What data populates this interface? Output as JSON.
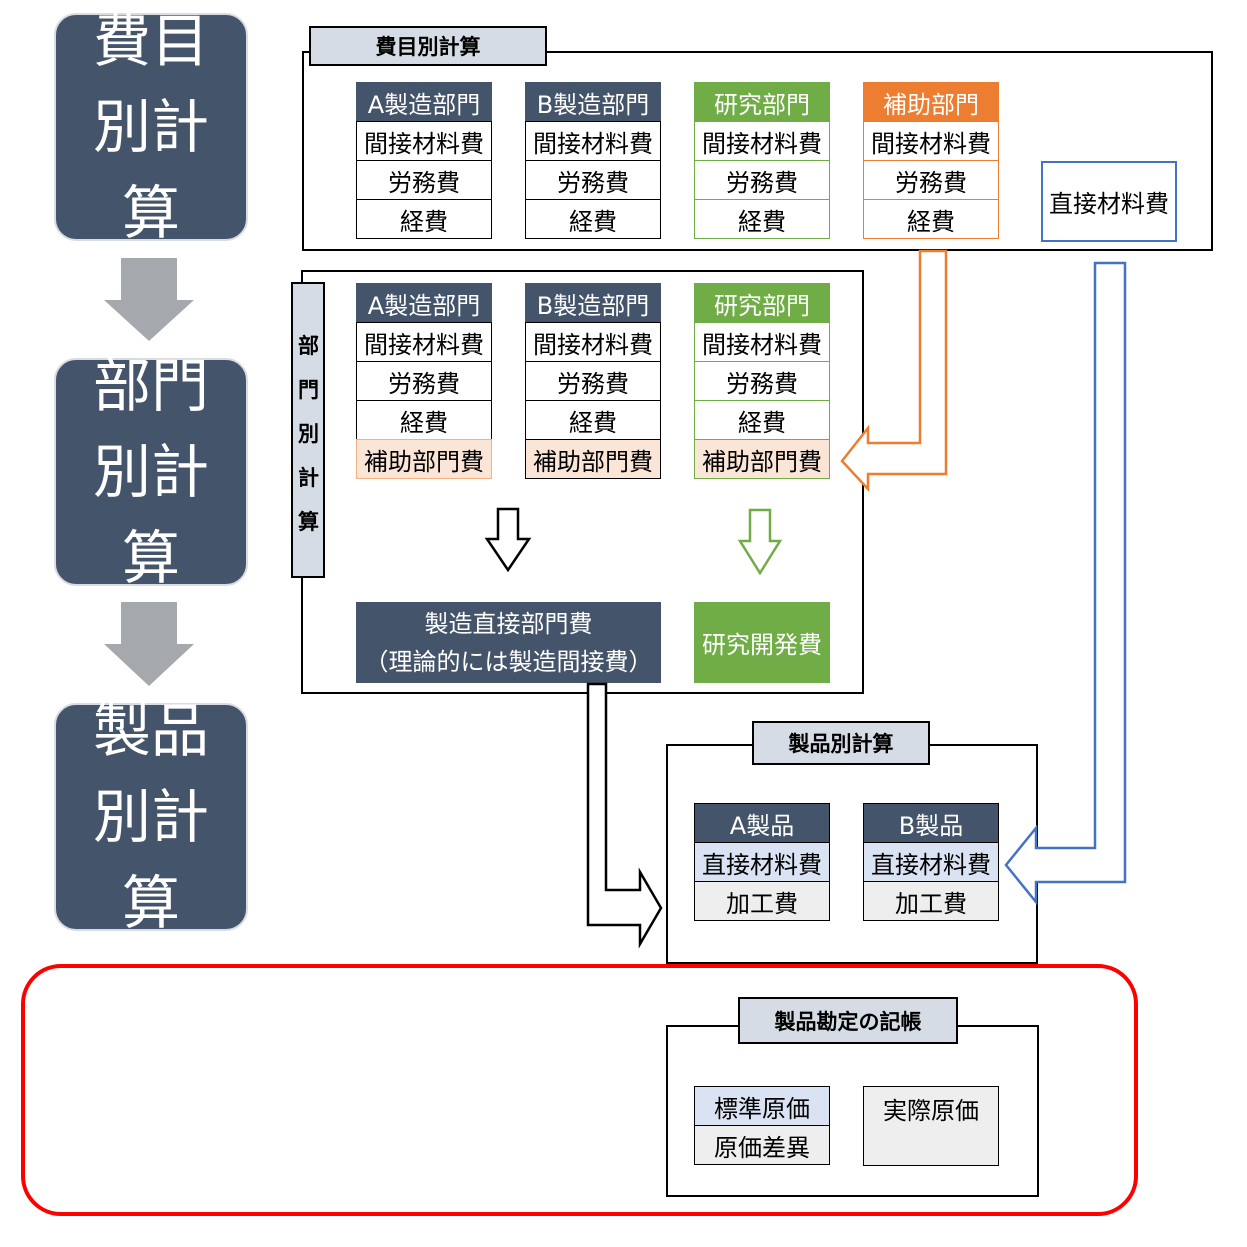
{
  "stages": [
    "費目別計算",
    "部門別計算",
    "製品別計算"
  ],
  "section_titles": {
    "by_cost_item": "費目別計算",
    "by_department": "部門別計算",
    "by_product": "製品別計算",
    "product_account": "製品勘定の記帳"
  },
  "departments": {
    "a_manufacturing": "A製造部門",
    "b_manufacturing": "B製造部門",
    "research": "研究部門",
    "auxiliary": "補助部門"
  },
  "cost_items": {
    "indirect_material": "間接材料費",
    "labor": "労務費",
    "expense": "経費",
    "auxiliary_dept_cost": "補助部門費",
    "direct_material": "直接材料費",
    "processing": "加工費"
  },
  "results": {
    "manufacturing_direct_line1": "製造直接部門費",
    "manufacturing_direct_line2": "（理論的には製造間接費）",
    "rd_cost": "研究開発費"
  },
  "products": {
    "a": "A製品",
    "b": "B製品"
  },
  "ledger": {
    "standard_cost": "標準原価",
    "cost_variance": "原価差異",
    "actual_cost": "実際原価"
  },
  "colors": {
    "navy": "#44546a",
    "green": "#70ad47",
    "orange": "#ed7d31",
    "blue": "#4472c4",
    "grey_arrow": "#a5a8ad",
    "highlight_red": "#ff0000"
  }
}
